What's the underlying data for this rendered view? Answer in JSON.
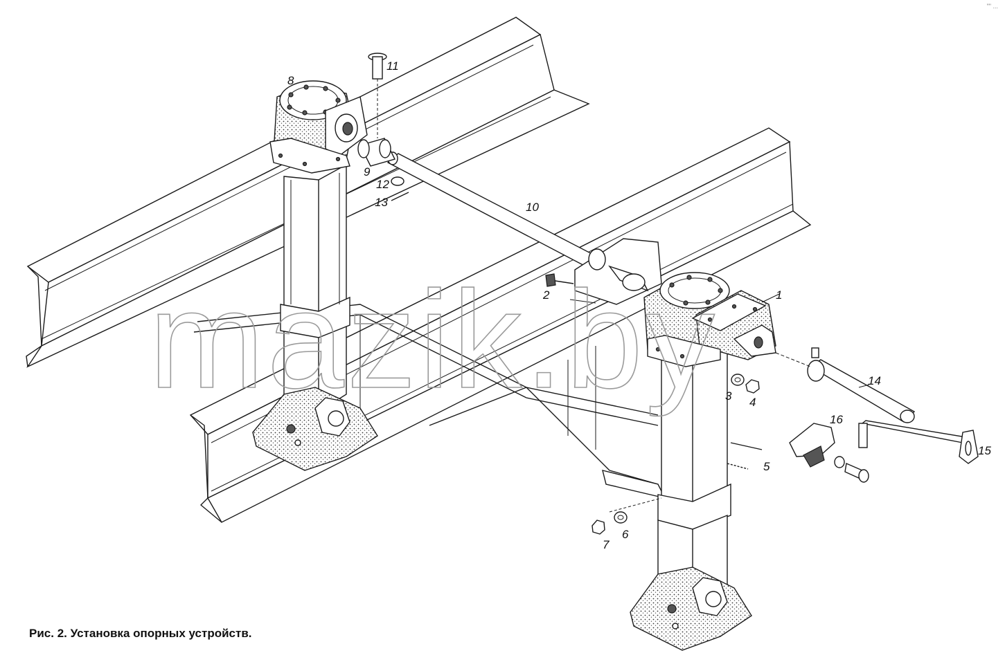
{
  "caption": "Рис. 2. Установка опорных устройств.",
  "watermark": "mazik.by",
  "corner_mark": "\"\" ...",
  "callouts": [
    "1",
    "2",
    "3",
    "4",
    "5",
    "6",
    "7",
    "8",
    "9",
    "10",
    "11",
    "12",
    "13",
    "14",
    "15",
    "16"
  ]
}
